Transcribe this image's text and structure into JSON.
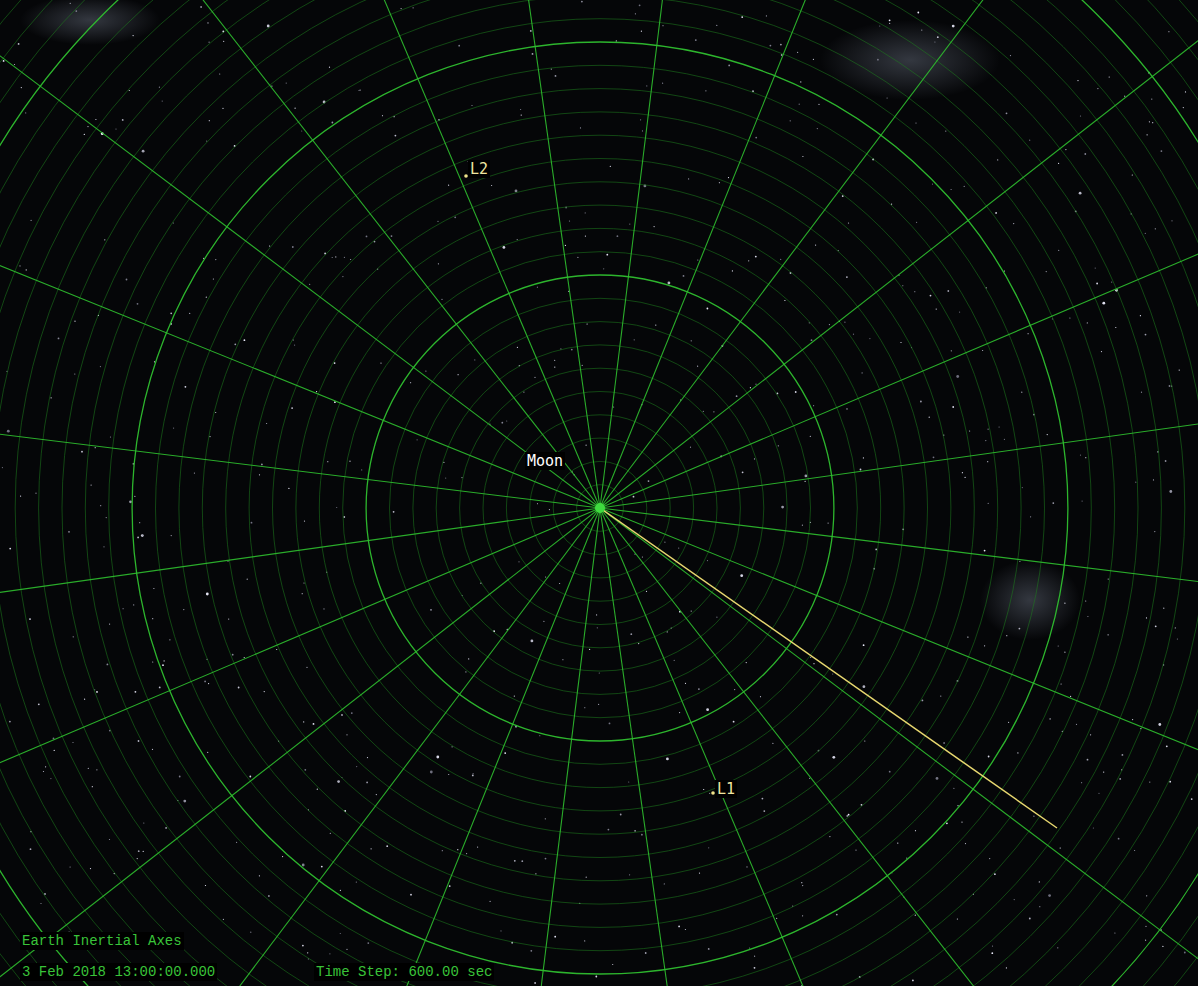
{
  "diagram": {
    "labels": [
      "L2",
      "Moon",
      "L1",
      "Earth Inertial Axes",
      "3 Feb 2018 13:00:00.000",
      "Time Step: 600.00 sec"
    ]
  }
}
